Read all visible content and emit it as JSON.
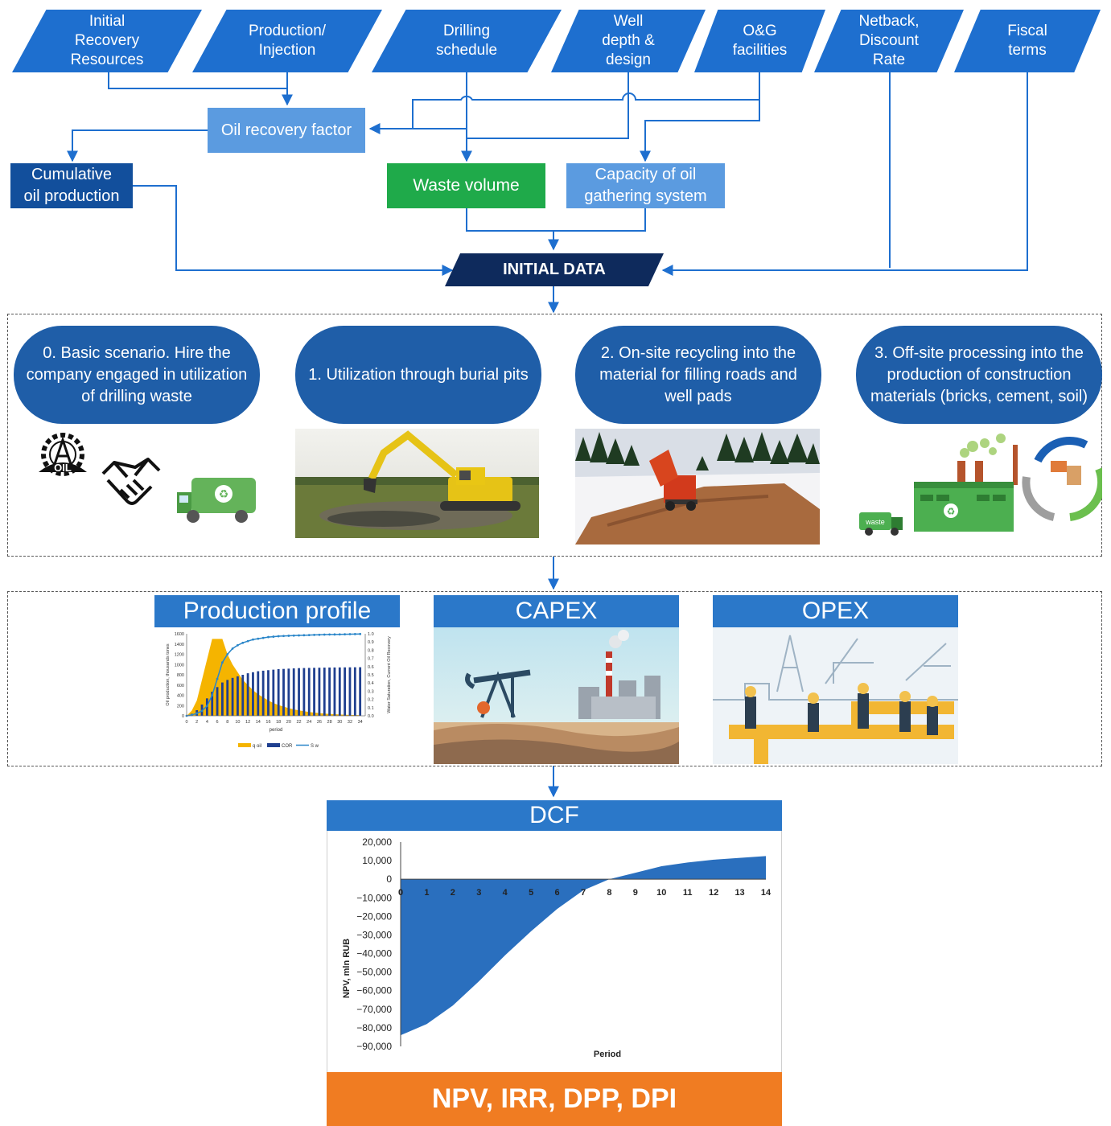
{
  "inputs": [
    {
      "label": "Initial\nRecovery\nResources"
    },
    {
      "label": "Production/\nInjection"
    },
    {
      "label": "Drilling\nschedule"
    },
    {
      "label": "Well\ndepth &\ndesign"
    },
    {
      "label": "O&G\nfacilities"
    },
    {
      "label": "Netback,\nDiscount\nRate"
    },
    {
      "label": "Fiscal\nterms"
    }
  ],
  "derived": {
    "oil_recovery_factor": "Oil recovery factor",
    "cumulative_oil_production": "Cumulative\noil production",
    "waste_volume": "Waste volume",
    "capacity_gathering": "Capacity of oil\ngathering system",
    "initial_data": "INITIAL DATA"
  },
  "colors": {
    "input_blue": "#1e6fcf",
    "light_blue": "#5b9be0",
    "dark_blue": "#124f9c",
    "waste_green": "#1faa4a",
    "navy": "#0e2a5c",
    "pill_blue": "#1f5ea8",
    "result_orange": "#f07c22"
  },
  "scenarios": [
    {
      "label": "0. Basic scenario. Hire the company engaged in utilization of drilling waste",
      "icons": [
        "oil-rig-gear-icon",
        "handshake-icon",
        "garbage-truck-icon"
      ],
      "icon_text": "OIL"
    },
    {
      "label": "1. Utilization through burial pits"
    },
    {
      "label": "2. On-site recycling into the material for filling roads and well pads"
    },
    {
      "label": "3. Off-site processing into the production of construction materials (bricks, cement, soil)",
      "icon_text": "waste"
    }
  ],
  "panels": {
    "production_profile": "Production profile",
    "capex": "CAPEX",
    "opex": "OPEX"
  },
  "dcf": {
    "title": "DCF",
    "result": "NPV, IRR, DPP, DPI"
  },
  "chart_data": [
    {
      "type": "bar",
      "xlabel": "period",
      "ylabel": "Oil production, thousands tones",
      "y2label": "Water Saturation, Current Oil Recovery",
      "ylim": [
        0,
        1600
      ],
      "y2lim": [
        0,
        1.0
      ],
      "y_ticks": [
        0,
        200,
        400,
        600,
        800,
        1000,
        1200,
        1400,
        1600
      ],
      "y2_ticks": [
        "0.0",
        "0.1",
        "0.2",
        "0.3",
        "0.4",
        "0.5",
        "0.6",
        "0.7",
        "0.8",
        "0.9",
        "1.0"
      ],
      "x_ticks": [
        0,
        2,
        4,
        6,
        8,
        10,
        12,
        14,
        16,
        18,
        20,
        22,
        24,
        26,
        28,
        30,
        32,
        34
      ],
      "x": [
        0,
        1,
        2,
        3,
        4,
        5,
        6,
        7,
        8,
        9,
        10,
        11,
        12,
        13,
        14,
        15,
        16,
        17,
        18,
        19,
        20,
        21,
        22,
        23,
        24,
        25,
        26,
        27,
        28,
        29,
        30,
        31,
        32,
        33,
        34
      ],
      "series": [
        {
          "name": "q oil",
          "type": "area",
          "values": [
            0,
            100,
            300,
            700,
            1100,
            1500,
            1500,
            1500,
            1200,
            1000,
            850,
            700,
            600,
            500,
            420,
            360,
            300,
            250,
            210,
            180,
            150,
            125,
            105,
            90,
            75,
            62,
            52,
            44,
            37,
            31,
            26,
            22,
            18,
            15,
            12
          ]
        },
        {
          "name": "COR",
          "type": "bar",
          "values": [
            0,
            40,
            110,
            220,
            340,
            470,
            560,
            650,
            700,
            740,
            770,
            800,
            830,
            850,
            870,
            880,
            890,
            900,
            910,
            915,
            920,
            925,
            930,
            932,
            934,
            936,
            938,
            940,
            942,
            943,
            944,
            945,
            946,
            947,
            948
          ]
        },
        {
          "name": "S w",
          "type": "line",
          "values": [
            0,
            0.01,
            0.03,
            0.06,
            0.12,
            0.25,
            0.45,
            0.65,
            0.75,
            0.82,
            0.86,
            0.89,
            0.91,
            0.93,
            0.94,
            0.95,
            0.96,
            0.965,
            0.97,
            0.973,
            0.976,
            0.978,
            0.98,
            0.982,
            0.984,
            0.986,
            0.988,
            0.99,
            0.991,
            0.992,
            0.993,
            0.994,
            0.995,
            0.996,
            0.997
          ]
        }
      ]
    },
    {
      "type": "area",
      "title": "",
      "xlabel": "Period",
      "ylabel": "NPV, mln RUB",
      "x": [
        0,
        1,
        2,
        3,
        4,
        5,
        6,
        7,
        8,
        9,
        10,
        11,
        12,
        13,
        14
      ],
      "ylim": [
        -90000,
        20000
      ],
      "y_ticks": [
        "20,000",
        "10,000",
        "0",
        "−10,000",
        "−20,000",
        "−30,000",
        "−40,000",
        "−50,000",
        "−60,000",
        "−70,000",
        "−80,000",
        "−90,000"
      ],
      "series": [
        {
          "name": "",
          "values": [
            -84000,
            -78000,
            -68000,
            -55000,
            -41000,
            -28000,
            -16000,
            -6000,
            0,
            3500,
            7000,
            9000,
            10500,
            11500,
            12500
          ]
        }
      ]
    }
  ]
}
